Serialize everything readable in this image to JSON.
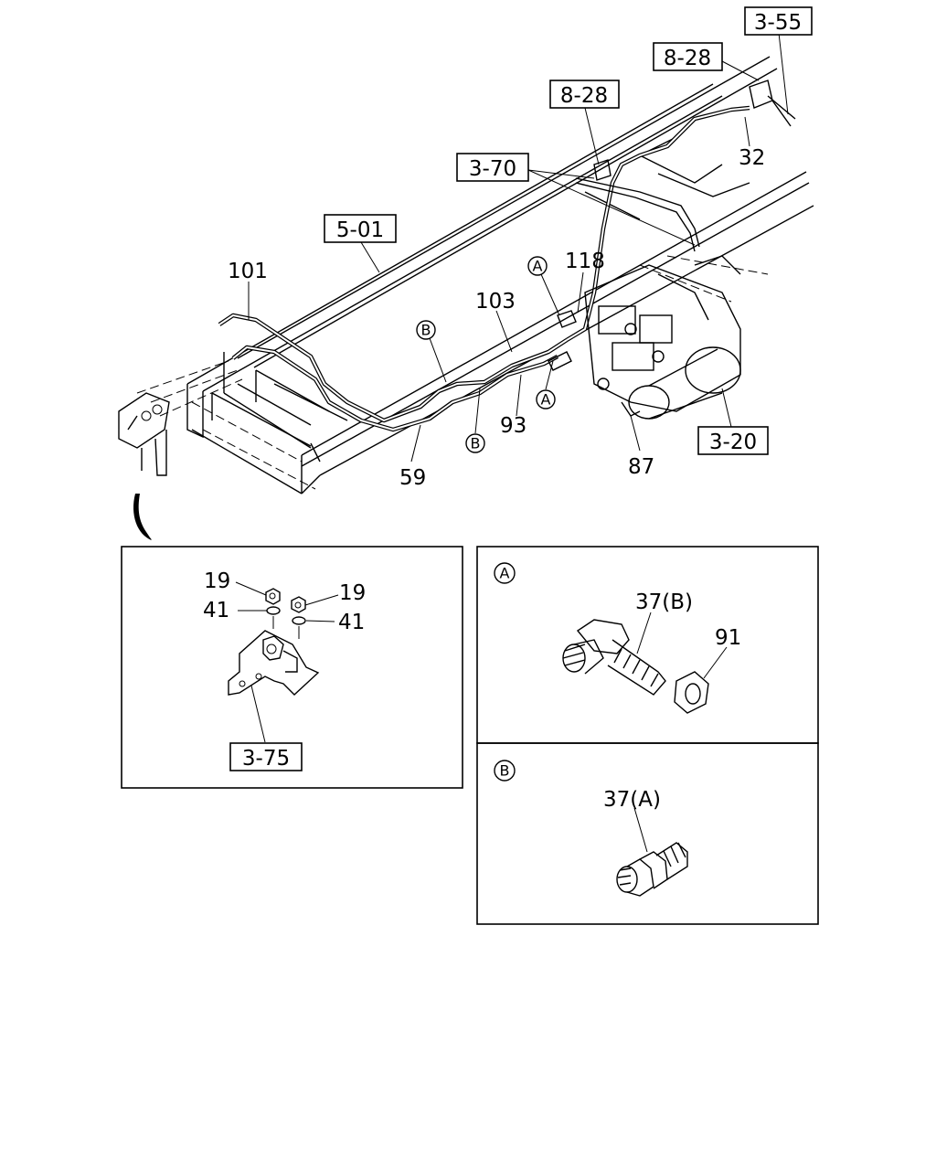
{
  "ref_boxes": {
    "b355": "3-55",
    "b828a": "8-28",
    "b828b": "8-28",
    "b370": "3-70",
    "b501": "5-01",
    "b320": "3-20",
    "b375": "3-75"
  },
  "parts": {
    "p101": "101",
    "p118": "118",
    "p103": "103",
    "p32": "32",
    "p93": "93",
    "p59": "59",
    "p87": "87",
    "p19a": "19",
    "p19b": "19",
    "p41a": "41",
    "p41b": "41",
    "p37b": "37(B)",
    "p91": "91",
    "p37a": "37(A)"
  },
  "circle_markers": {
    "A": "A",
    "B": "B"
  },
  "icons": [
    "pipe-line",
    "brake-valve-assembly",
    "bracket",
    "nut",
    "washer",
    "union-elbow",
    "union-straight"
  ]
}
